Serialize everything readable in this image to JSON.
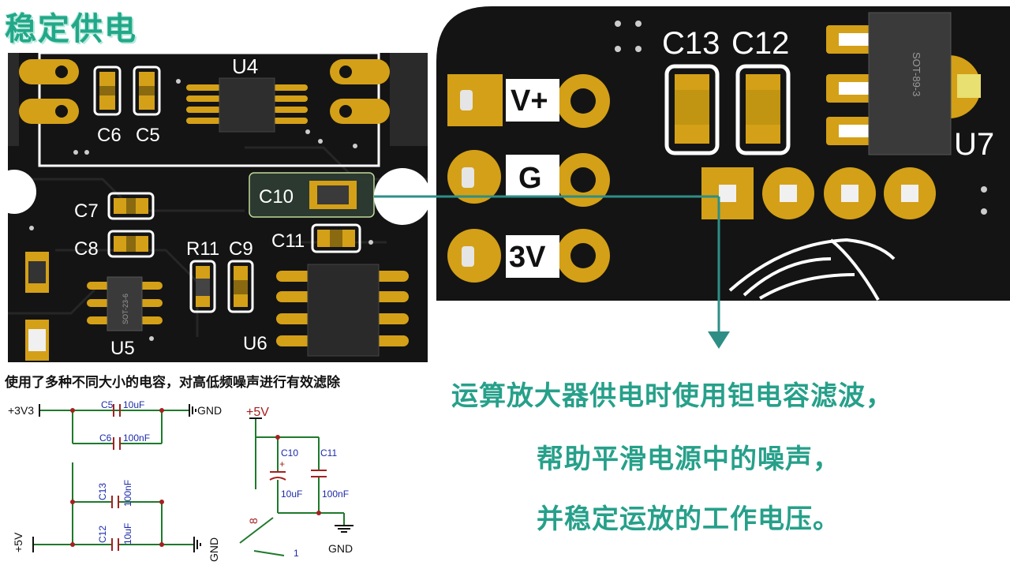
{
  "title": "稳定供电",
  "caption_left": "使用了多种不同大小的电容，对高低频噪声进行有效滤除",
  "description_lines": [
    "运算放大器供电时使用钽电容滤波，",
    "帮助平滑电源中的噪声，",
    "并稳定运放的工作电压。"
  ],
  "pcb_left": {
    "labels": {
      "u4": "U4",
      "c6": "C6",
      "c5": "C5",
      "c7": "C7",
      "c8": "C8",
      "c10": "C10",
      "r11": "R11",
      "c9": "C9",
      "c11": "C11",
      "u5": "U5",
      "u6": "U6",
      "u5_pkg": "SOT-23-6"
    }
  },
  "pcb_right": {
    "labels": {
      "vplus": "V+",
      "g": "G",
      "v3": "3V",
      "c13": "C13",
      "c12": "C12",
      "u7": "U7",
      "u7_pkg": "SOT-89-3"
    }
  },
  "schematic": {
    "left": {
      "v33": "+3V3",
      "gnd_top": "GND",
      "c5": "C5",
      "c5_val": "10uF",
      "c6": "C6",
      "c6_val": "100nF",
      "c13": "C13",
      "c13_val": "100nF",
      "c12": "C12",
      "c12_val": "10uF",
      "v5": "+5V",
      "gnd_bottom": "GND"
    },
    "right": {
      "v5": "+5V",
      "c10": "C10",
      "c10_val": "10uF",
      "c11": "C11",
      "c11_val": "100nF",
      "gnd": "GND",
      "pin8": "8",
      "pin1": "1"
    }
  },
  "colors": {
    "title": "#22a888",
    "teal_text": "#26a08a",
    "connector": "#2e8e86",
    "pcb_board": "#141414",
    "pad_gold": "#d4a017",
    "silk": "#ffffff",
    "schem_wire": "#1e7a2c",
    "schem_label_blue": "#1a2aa8",
    "schem_label_red": "#a52020"
  }
}
